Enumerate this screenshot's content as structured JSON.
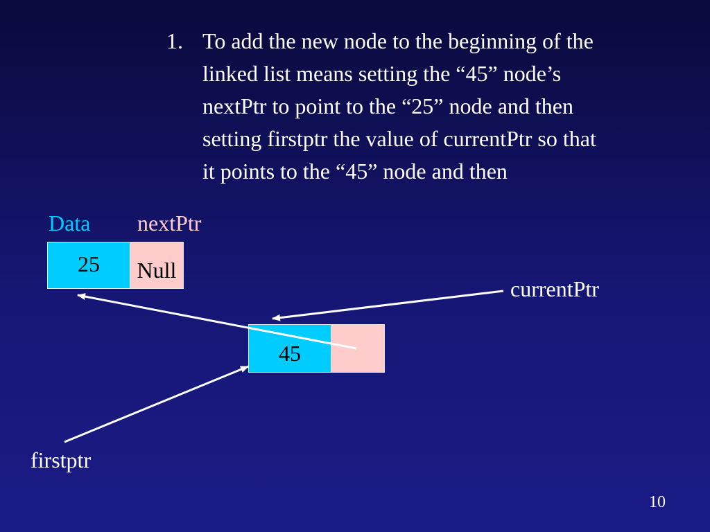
{
  "slide": {
    "list_number": "1.",
    "body_lines": [
      "To add the new node to the beginning of the",
      "linked list means setting the “45” node’s",
      "nextPtr to point to the “25” node and then",
      "setting firstptr the value of currentPtr so that",
      "it points to the “45” node and then"
    ],
    "page_number": "10"
  },
  "diagram": {
    "header_data": "Data",
    "header_nextptr": "nextPtr",
    "node_25": {
      "data": "25",
      "next": "Null"
    },
    "node_45": {
      "data": "45",
      "next": ""
    },
    "current_ptr_label": "currentPtr",
    "first_ptr_label": "firstptr",
    "colors": {
      "data_label": "#00ccff",
      "nextptr_label": "#ffcccc",
      "data_cell": "#00ccff",
      "pointer_cell": "#ffcccc",
      "arrow": "#ffffff"
    }
  }
}
